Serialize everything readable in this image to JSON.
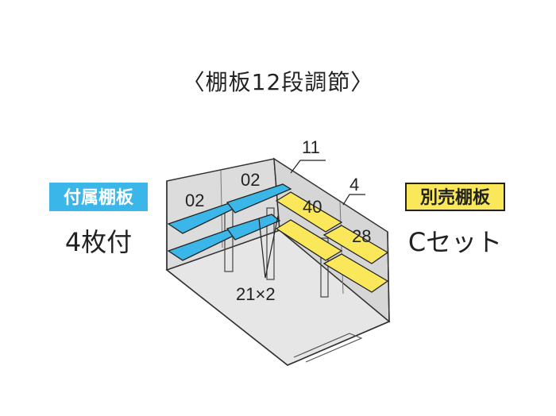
{
  "title": "〈棚板12段調節〉",
  "left": {
    "badge": "付属棚板",
    "subtitle": "4枚付",
    "color": "#3ab6e8"
  },
  "right": {
    "badge": "別売棚板",
    "subtitle": "Cセット",
    "color": "#fbe85a"
  },
  "labels": {
    "l02a": "02",
    "l02b": "02",
    "l11": "11",
    "l4": "4",
    "l40": "40",
    "l28": "28",
    "l21x2": "21×2"
  }
}
